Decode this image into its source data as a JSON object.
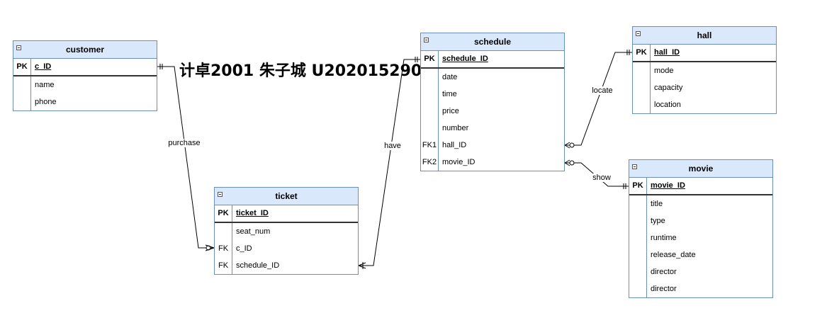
{
  "watermark": "计卓2001 朱子城 U202015290",
  "entities": {
    "customer": {
      "title": "customer",
      "pk": {
        "key": "PK",
        "name": "c_ID"
      },
      "fields": [
        {
          "key": "",
          "name": "name"
        },
        {
          "key": "",
          "name": "phone"
        }
      ]
    },
    "ticket": {
      "title": "ticket",
      "pk": {
        "key": "PK",
        "name": "ticket_ID"
      },
      "fields": [
        {
          "key": "",
          "name": "seat_num"
        },
        {
          "key": "FK",
          "name": "c_ID"
        },
        {
          "key": "FK",
          "name": "schedule_ID"
        }
      ]
    },
    "schedule": {
      "title": "schedule",
      "pk": {
        "key": "PK",
        "name": "schedule_ID"
      },
      "fields": [
        {
          "key": "",
          "name": "date"
        },
        {
          "key": "",
          "name": "time"
        },
        {
          "key": "",
          "name": "price"
        },
        {
          "key": "",
          "name": "number"
        },
        {
          "key": "FK1",
          "name": "hall_ID"
        },
        {
          "key": "FK2",
          "name": "movie_ID"
        }
      ]
    },
    "hall": {
      "title": "hall",
      "pk": {
        "key": "PK",
        "name": "hall_ID"
      },
      "fields": [
        {
          "key": "",
          "name": "mode"
        },
        {
          "key": "",
          "name": "capacity"
        },
        {
          "key": "",
          "name": "location"
        }
      ]
    },
    "movie": {
      "title": "movie",
      "pk": {
        "key": "PK",
        "name": "movie_ID"
      },
      "fields": [
        {
          "key": "",
          "name": "title"
        },
        {
          "key": "",
          "name": "type"
        },
        {
          "key": "",
          "name": "runtime"
        },
        {
          "key": "",
          "name": "release_date"
        },
        {
          "key": "",
          "name": "director"
        },
        {
          "key": "",
          "name": "director"
        }
      ]
    }
  },
  "relationships": {
    "purchase": "purchase",
    "have": "have",
    "locate": "locate",
    "show": "show"
  }
}
